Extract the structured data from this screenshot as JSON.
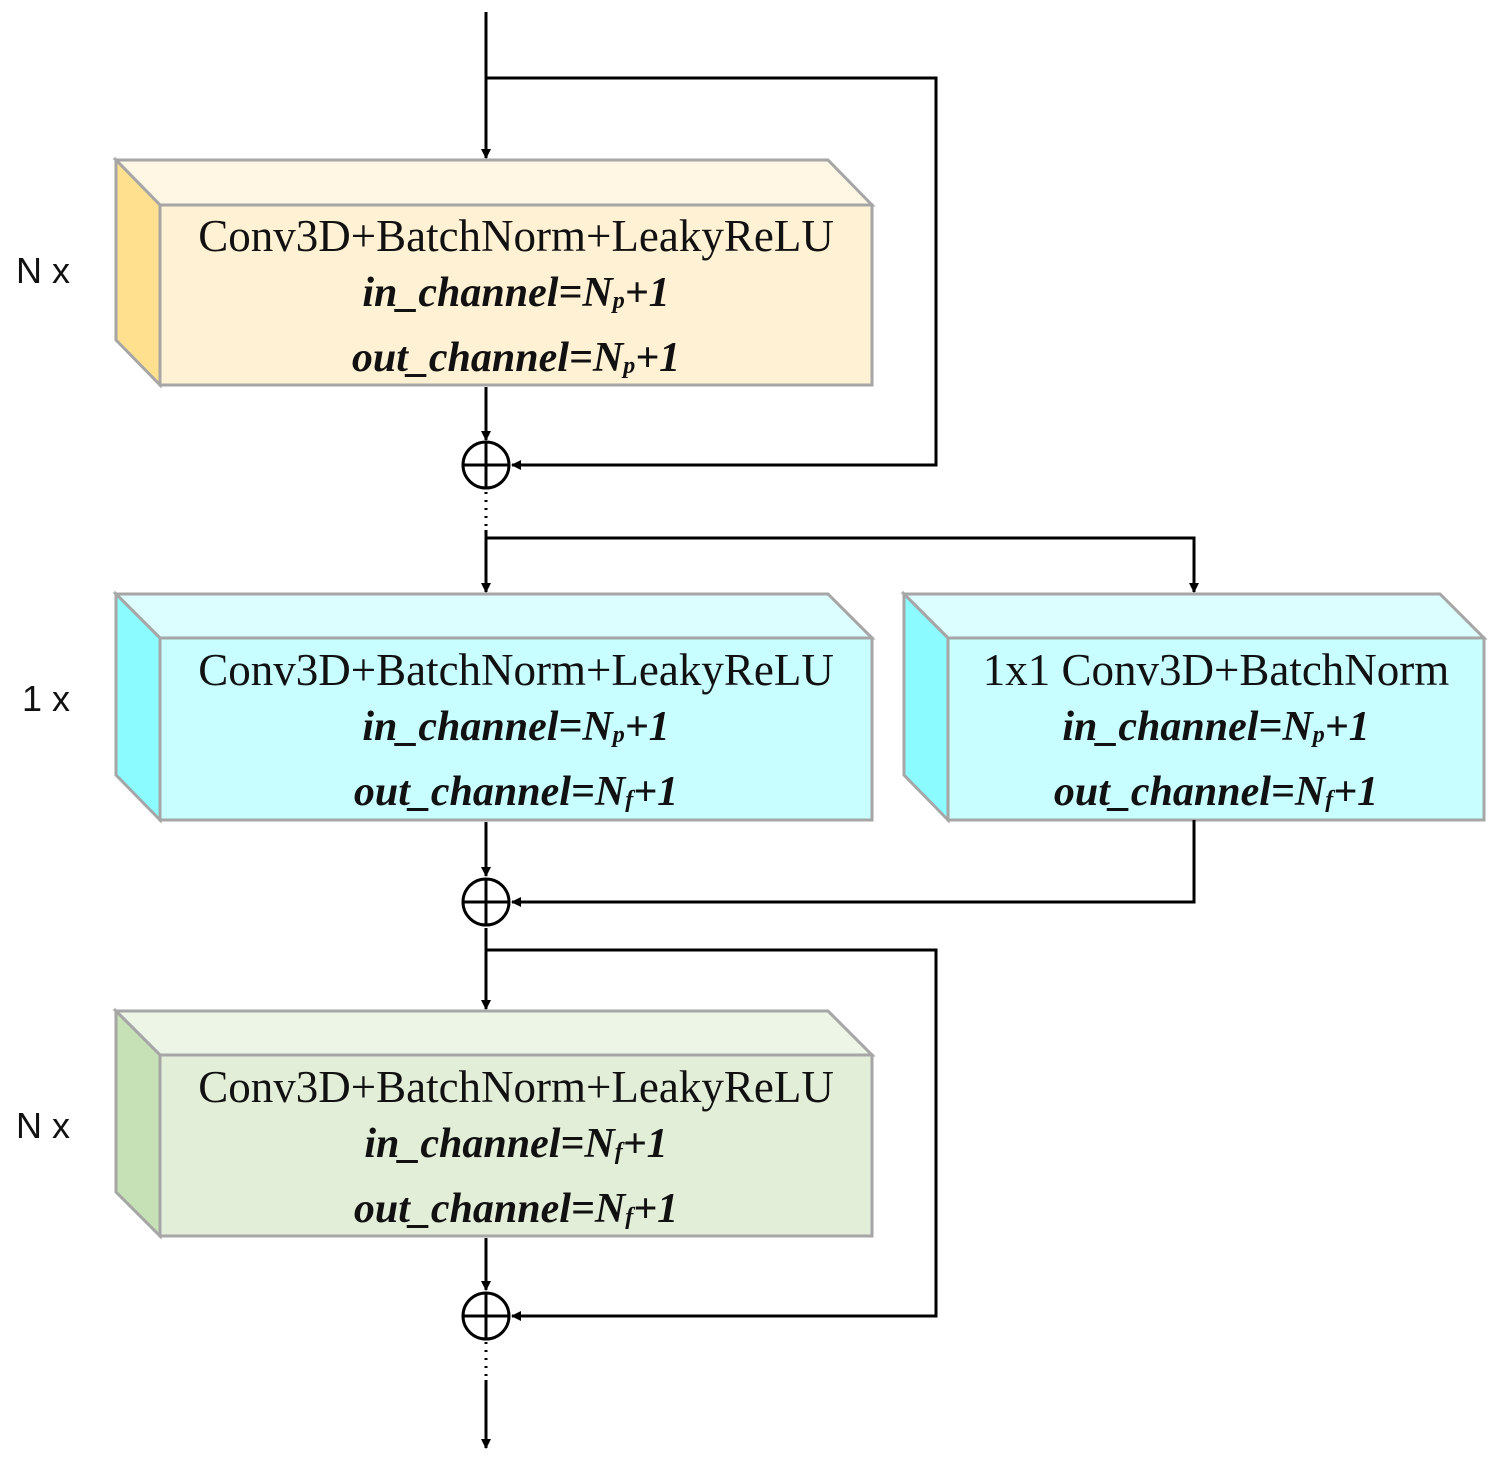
{
  "colors": {
    "yellow_front": "#fff2d4",
    "yellow_top": "#fff7e4",
    "yellow_side": "#ffe08e",
    "cyan_front": "#c8feff",
    "cyan_top": "#dcfeff",
    "cyan_side": "#8cfbff",
    "green_front": "#e3eed8",
    "green_top": "#edf5e6",
    "green_side": "#c7e1b6",
    "edge": "#a6a6a6",
    "line": "#000000"
  },
  "repeats": {
    "top": "N x",
    "middle": "1 x",
    "bottom": "N x"
  },
  "blocks": {
    "top": {
      "title": "Conv3D+BatchNorm+LeakyReLU",
      "in_label": "in_channel=N",
      "in_sub": "p",
      "in_suffix": "+1",
      "out_label": "out_channel=N",
      "out_sub": "p",
      "out_suffix": "+1"
    },
    "middle": {
      "title": "Conv3D+BatchNorm+LeakyReLU",
      "in_label": "in_channel=N",
      "in_sub": "p",
      "in_suffix": "+1",
      "out_label": "out_channel=N",
      "out_sub": "f",
      "out_suffix": "+1"
    },
    "shortcut": {
      "title": "1x1 Conv3D+BatchNorm",
      "in_label": "in_channel=N",
      "in_sub": "p",
      "in_suffix": "+1",
      "out_label": "out_channel=N",
      "out_sub": "f",
      "out_suffix": "+1"
    },
    "bottom": {
      "title": "Conv3D+BatchNorm+LeakyReLU",
      "in_label": "in_channel=N",
      "in_sub": "f",
      "in_suffix": "+1",
      "out_label": "out_channel=N",
      "out_sub": "f",
      "out_suffix": "+1"
    }
  }
}
